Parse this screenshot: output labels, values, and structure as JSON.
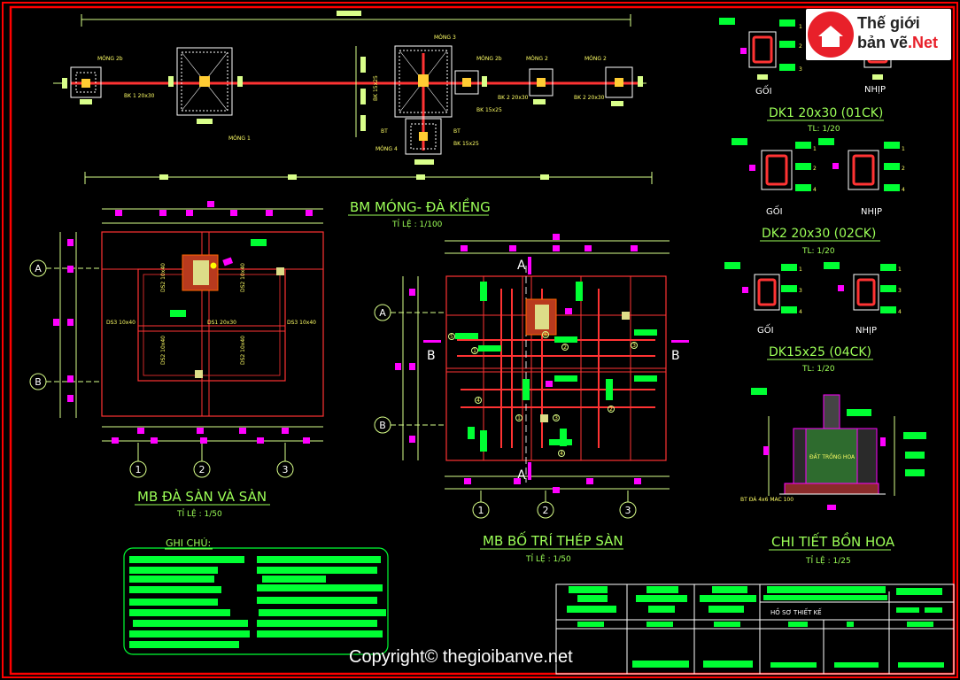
{
  "logo": {
    "line1": "Thế giới",
    "line2": "bản vẽ",
    "suffix": ".Net"
  },
  "watermark": "Copyright© thegioibanve.net",
  "foundation_plan": {
    "title": "BM MÓNG- ĐÀ KIỀNG",
    "scale": "TỈ LỆ : 1/100",
    "labels": [
      "MÓNG 2b",
      "MÓNG 1",
      "MÓNG 3",
      "MÓNG 2b",
      "MÓNG 2",
      "MÓNG 2",
      "MÓNG 4",
      "BK 1 20x30",
      "BK 2 20x30",
      "BK 2 20x30",
      "BK 15x25",
      "BK 15x25",
      "BK 15x25",
      "BT",
      "BT"
    ]
  },
  "slab_plan": {
    "title": "MB ĐÀ SÀN VÀ SÀN",
    "scale": "TỈ LỆ : 1/50",
    "rows": [
      "A",
      "B"
    ],
    "cols": [
      "1",
      "2",
      "3"
    ],
    "beams": [
      "DS3 10x40",
      "DS1 20x30",
      "DS3 10x40",
      "DS2 10x40",
      "DS2 10x40",
      "DS2 10x40",
      "DS2 10x40"
    ]
  },
  "rebar_plan": {
    "title": "MB BỐ TRÍ THÉP SÀN",
    "scale": "TỈ LỆ : 1/50",
    "rows": [
      "A",
      "B"
    ],
    "cols": [
      "1",
      "2",
      "3"
    ],
    "cut_a": "A",
    "cut_b": "B",
    "marks": [
      "5",
      "6",
      "1",
      "2",
      "3",
      "4",
      "2",
      "1",
      "3",
      "4"
    ]
  },
  "beam_sections": [
    {
      "title": "DK1 20x30 (01CK)",
      "scale": "TL: 1/20",
      "left": "GỐI",
      "right": "NHỊP"
    },
    {
      "title": "DK2 20x30 (02CK)",
      "scale": "TL: 1/20",
      "left": "GỐI",
      "right": "NHỊP"
    },
    {
      "title": "DK15x25 (04CK)",
      "scale": "TL: 1/20",
      "left": "GỐI",
      "right": "NHỊP"
    }
  ],
  "section_marks": [
    "1",
    "2",
    "3",
    "4"
  ],
  "planter_detail": {
    "title": "CHI TIẾT BỒN HOA",
    "scale": "TỈ LỆ : 1/25",
    "soil": "ĐẤT TRỒNG HOA",
    "base": "BT ĐÁ 4x6 MAC 100"
  },
  "notes": {
    "title": "GHI CHÚ:"
  },
  "title_block": {
    "project_label": "HỒ SƠ THIẾT KẾ"
  },
  "colors": {
    "frame": "#ff0000",
    "green": "#00ff33",
    "magenta": "#ff00ff",
    "title": "#9cff57",
    "dim": "#d9ff8a",
    "yellow": "#ffff00"
  }
}
